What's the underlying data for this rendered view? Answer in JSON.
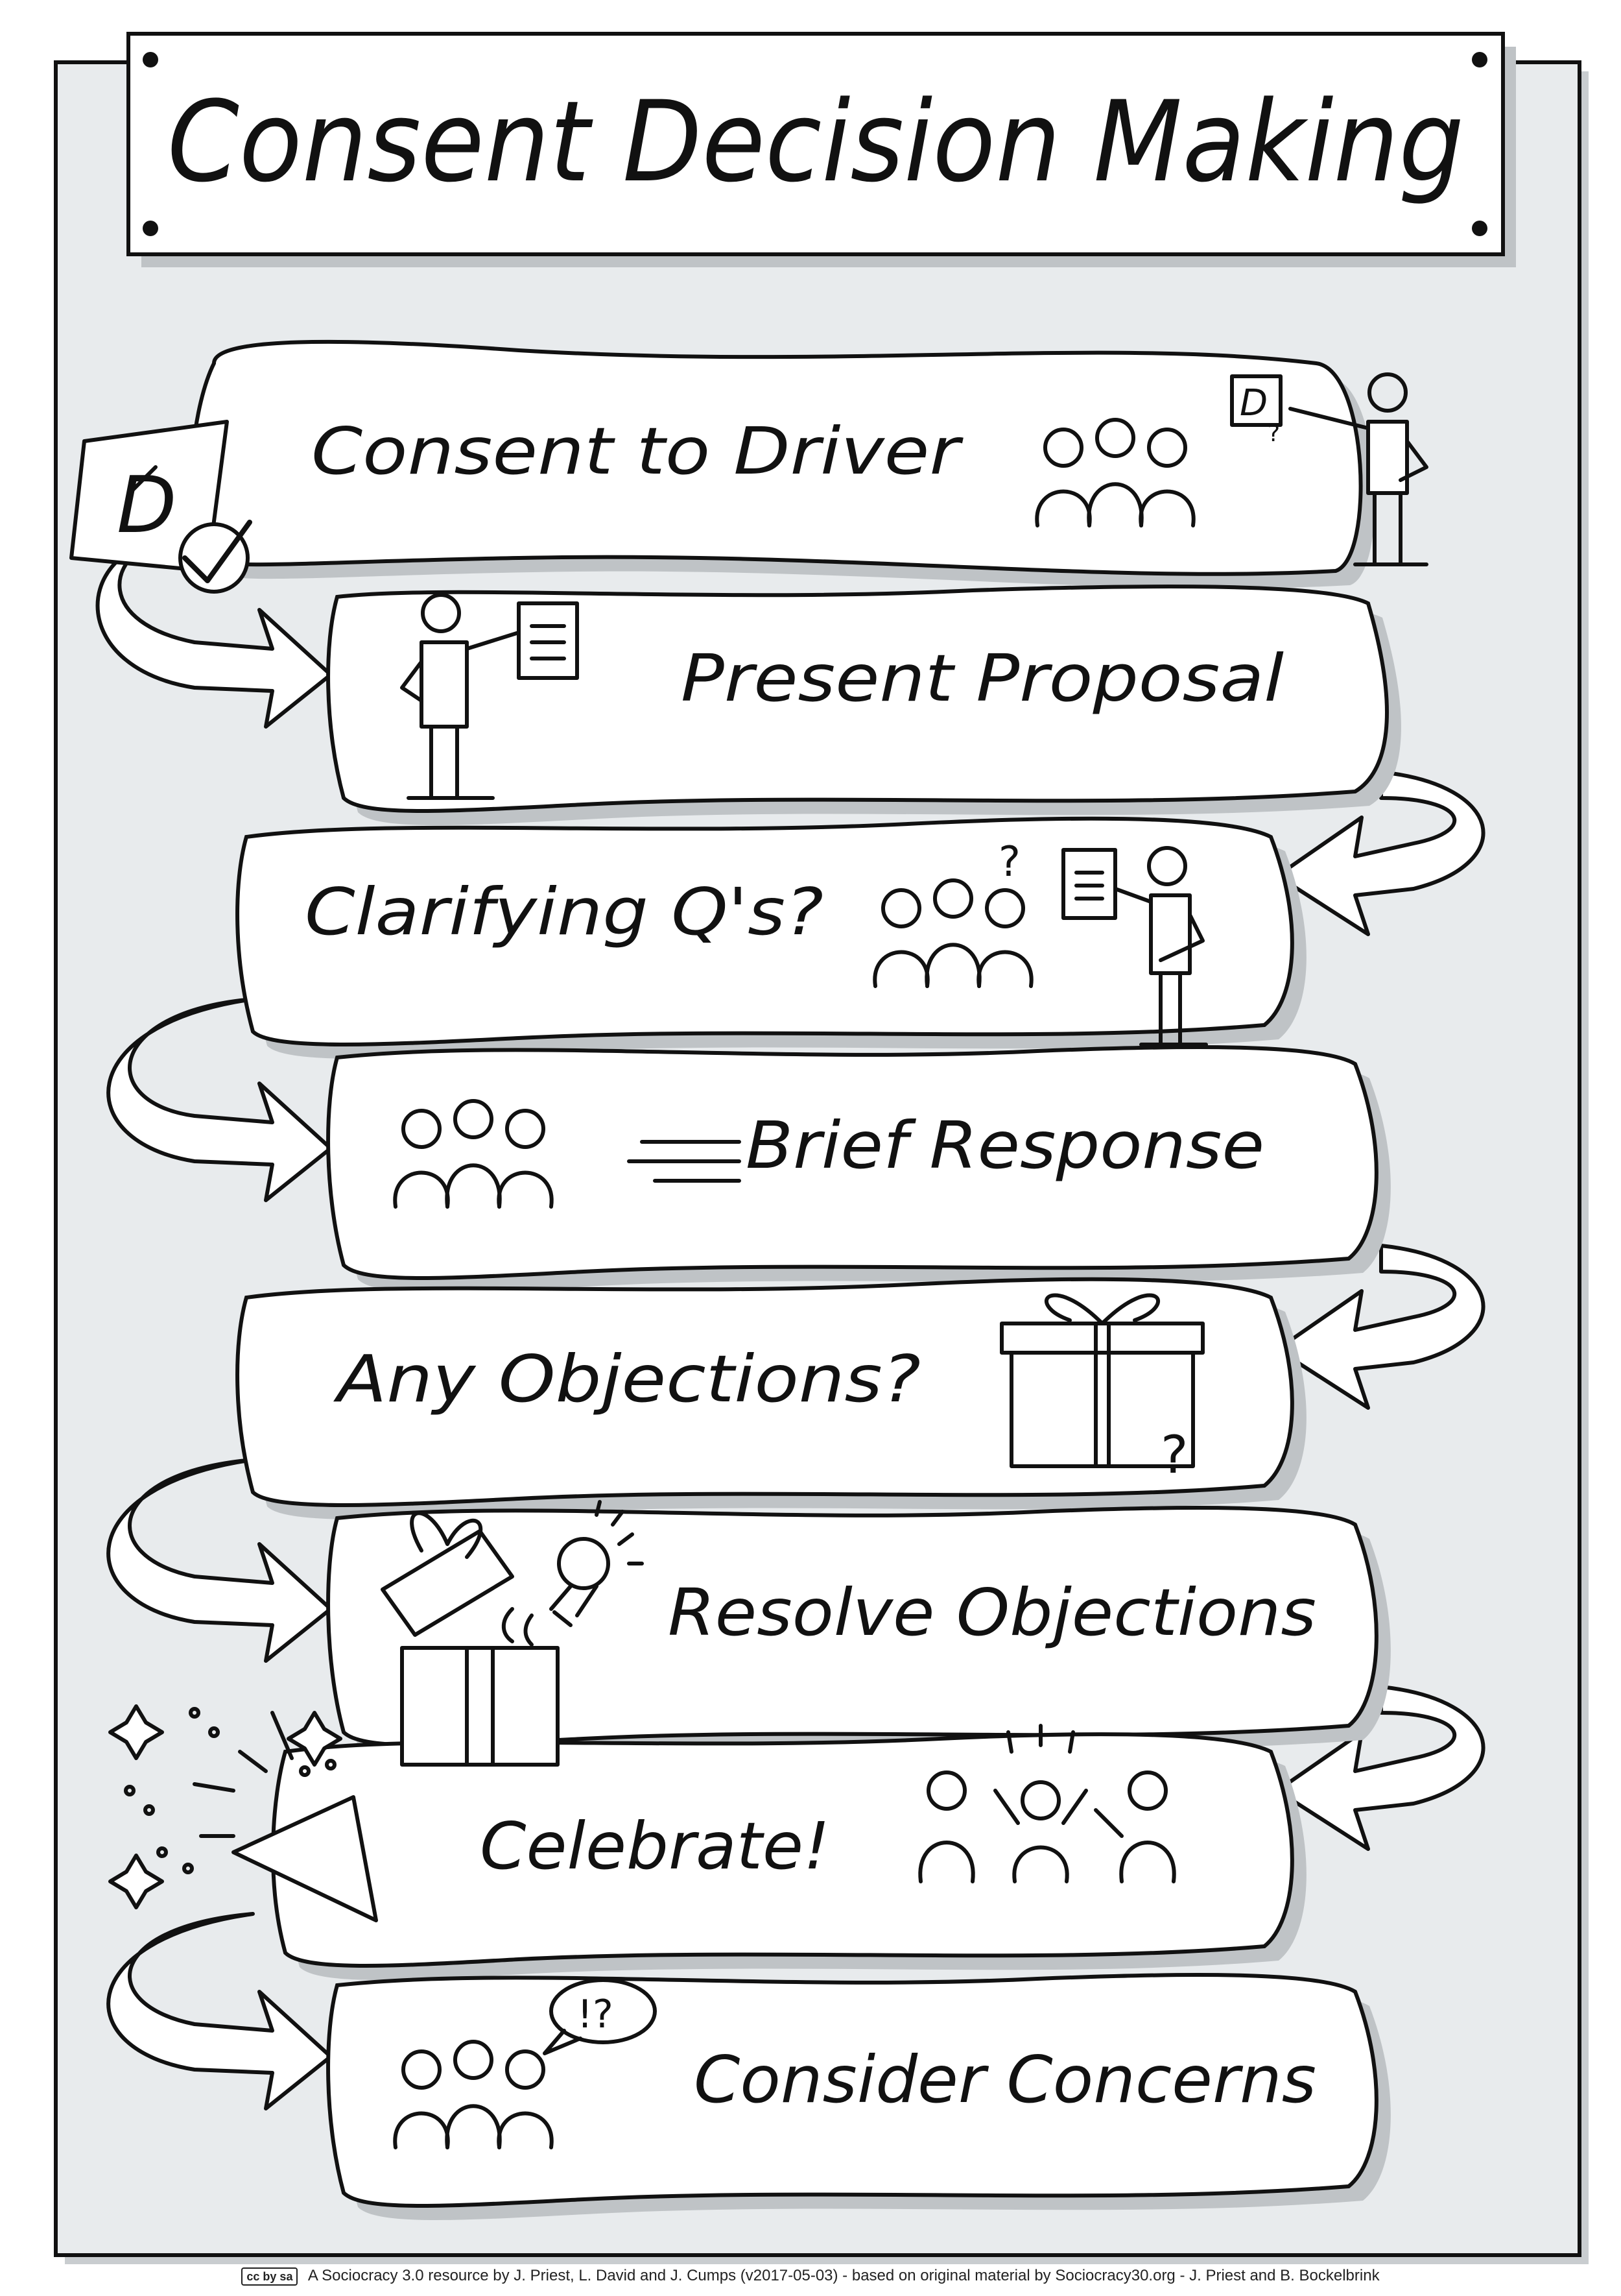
{
  "title": "Consent Decision Making",
  "steps": [
    "Consent to Driver",
    "Present Proposal",
    "Clarifying Q's?",
    "Brief Response",
    "Any Objections?",
    "Resolve Objections",
    "Celebrate!",
    "Consider Concerns"
  ],
  "marks": {
    "driver": "D",
    "question": "?",
    "speech": "!?"
  },
  "footer": {
    "license": "cc by sa",
    "text": "A Sociocracy 3.0 resource by J. Priest, L. David and J. Cumps (v2017-05-03) - based on original material by Sociocracy30.org - J. Priest and B. Bockelbrink"
  },
  "colors": {
    "ink": "#111111",
    "panel": "#e8ebed",
    "shadow": "#bfc3c6",
    "paper": "#ffffff"
  }
}
